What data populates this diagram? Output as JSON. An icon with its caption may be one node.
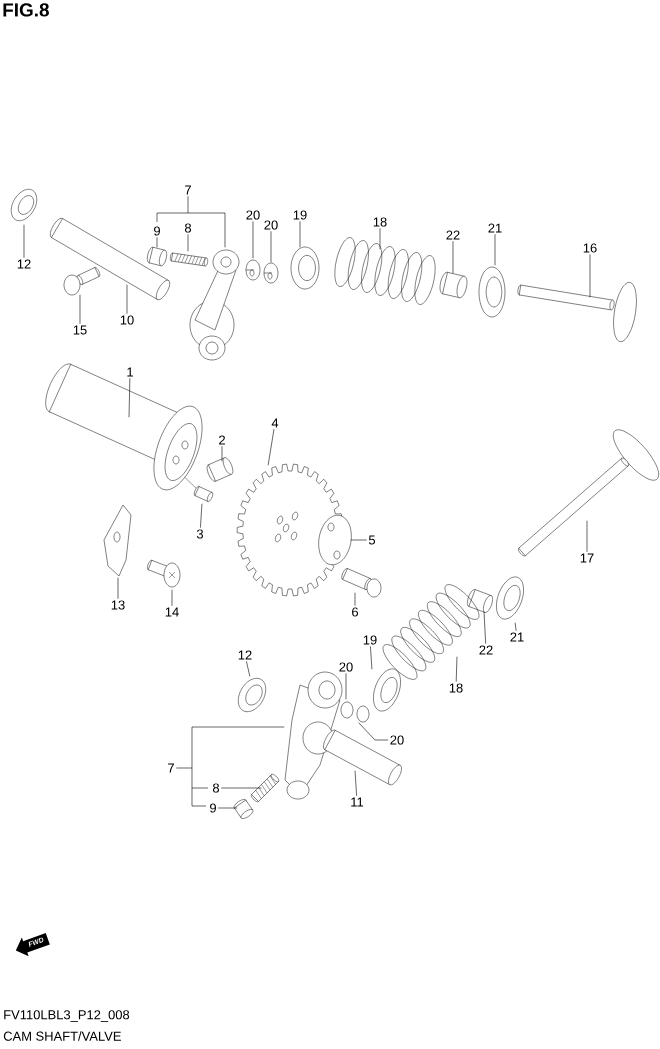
{
  "diagram": {
    "title": "FIG.8",
    "caption": "CAM SHAFT/VALVE",
    "nodes": [
      {
        "text": [
          "12"
        ]
      },
      {
        "text": [],
        "shape": "picture"
      },
      {
        "text": [
          "7"
        ]
      },
      {
        "text": [],
        "shape": "picture"
      },
      {
        "text": [
          "9"
        ]
      },
      {
        "text": [],
        "shape": "picture"
      },
      {
        "text": [
          "8"
        ]
      },
      {
        "text": [],
        "shape": "picture"
      },
      {
        "text": [
          "20"
        ]
      },
      {
        "text": [],
        "shape": "picture"
      },
      {
        "text": [
          "20"
        ]
      },
      {
        "text": [],
        "shape": "picture"
      },
      {
        "text": [
          "19"
        ]
      },
      {
        "text": [],
        "shape": "picture"
      },
      {
        "text": [
          "18"
        ]
      },
      {
        "text": [],
        "shape": "picture"
      },
      {
        "text": [
          "22"
        ]
      },
      {
        "text": [],
        "shape": "picture"
      },
      {
        "text": [
          "21"
        ]
      },
      {
        "text": [],
        "shape": "picture"
      },
      {
        "text": [
          "16"
        ]
      },
      {
        "text": [],
        "shape": "picture"
      },
      {
        "text": [
          "15"
        ]
      },
      {
        "text": [],
        "shape": "picture"
      },
      {
        "text": [
          "10"
        ]
      },
      {
        "text": [],
        "shape": "picture"
      },
      {
        "text": [
          "1"
        ]
      },
      {
        "text": [],
        "shape": "picture"
      },
      {
        "text": [
          "2"
        ]
      },
      {
        "text": [],
        "shape": "picture"
      },
      {
        "text": [
          "4"
        ]
      },
      {
        "text": [],
        "shape": "picture"
      },
      {
        "text": [
          "3"
        ]
      },
      {
        "text": [],
        "shape": "picture"
      },
      {
        "text": [
          "5"
        ]
      },
      {
        "text": [],
        "shape": "picture"
      },
      {
        "text": [
          "13"
        ]
      },
      {
        "text": [],
        "shape": "picture"
      },
      {
        "text": [
          "14"
        ]
      },
      {
        "text": [],
        "shape": "picture"
      },
      {
        "text": [
          "6"
        ]
      },
      {
        "text": [],
        "shape": "picture"
      },
      {
        "text": [
          "17"
        ]
      },
      {
        "text": [],
        "shape": "picture"
      },
      {
        "text": [
          "21"
        ]
      },
      {
        "text": [],
        "shape": "picture"
      },
      {
        "text": [
          "22"
        ]
      },
      {
        "text": [],
        "shape": "picture"
      },
      {
        "text": [
          "18"
        ]
      },
      {
        "text": [],
        "shape": "picture"
      },
      {
        "text": [
          "19"
        ]
      },
      {
        "text": [],
        "shape": "picture"
      },
      {
        "text": [
          "12"
        ]
      },
      {
        "text": [],
        "shape": "picture"
      },
      {
        "text": [
          "20"
        ]
      },
      {
        "text": [],
        "shape": "picture"
      },
      {
        "text": [
          "20"
        ]
      },
      {
        "text": [],
        "shape": "picture"
      },
      {
        "text": [
          "7"
        ]
      },
      {
        "text": [],
        "shape": "picture"
      },
      {
        "text": [
          "8"
        ]
      },
      {
        "text": [],
        "shape": "picture"
      },
      {
        "text": [
          "9"
        ]
      },
      {
        "text": [],
        "shape": "picture"
      },
      {
        "text": [
          "11"
        ]
      },
      {
        "text": [],
        "shape": "picture"
      }
    ],
    "edges": [
      {
        "from": 0,
        "to": 1,
        "arrow": "none"
      },
      {
        "from": 2,
        "to": 3,
        "arrow": "none"
      },
      {
        "from": 4,
        "to": 5,
        "arrow": "none"
      },
      {
        "from": 6,
        "to": 7,
        "arrow": "none"
      },
      {
        "from": 8,
        "to": 9,
        "arrow": "none"
      },
      {
        "from": 10,
        "to": 11,
        "arrow": "none"
      },
      {
        "from": 12,
        "to": 13,
        "arrow": "none"
      },
      {
        "from": 14,
        "to": 15,
        "arrow": "none"
      },
      {
        "from": 16,
        "to": 17,
        "arrow": "none"
      },
      {
        "from": 18,
        "to": 19,
        "arrow": "none"
      },
      {
        "from": 20,
        "to": 21,
        "arrow": "none"
      },
      {
        "from": 22,
        "to": 23,
        "arrow": "none"
      },
      {
        "from": 24,
        "to": 25,
        "arrow": "none"
      },
      {
        "from": 26,
        "to": 27,
        "arrow": "none"
      },
      {
        "from": 28,
        "to": 29,
        "arrow": "none"
      },
      {
        "from": 30,
        "to": 31,
        "arrow": "none"
      },
      {
        "from": 32,
        "to": 33,
        "arrow": "none"
      },
      {
        "from": 34,
        "to": 35,
        "arrow": "none"
      },
      {
        "from": 36,
        "to": 37,
        "arrow": "none"
      },
      {
        "from": 38,
        "to": 39,
        "arrow": "none"
      },
      {
        "from": 40,
        "to": 41,
        "arrow": "none"
      },
      {
        "from": 42,
        "to": 43,
        "arrow": "none"
      },
      {
        "from": 44,
        "to": 45,
        "arrow": "none"
      },
      {
        "from": 46,
        "to": 47,
        "arrow": "none"
      },
      {
        "from": 48,
        "to": 49,
        "arrow": "none"
      },
      {
        "from": 50,
        "to": 51,
        "arrow": "none"
      },
      {
        "from": 52,
        "to": 53,
        "arrow": "none"
      },
      {
        "from": 54,
        "to": 55,
        "arrow": "none"
      },
      {
        "from": 56,
        "to": 57,
        "arrow": "none"
      },
      {
        "from": 58,
        "to": 59,
        "arrow": "none"
      },
      {
        "from": 60,
        "to": 61,
        "arrow": "none"
      },
      {
        "from": 62,
        "to": 63,
        "arrow": "none"
      },
      {
        "from": 64,
        "to": 65,
        "arrow": "none"
      }
    ],
    "labels": [
      "FWD",
      "FV110LBL3_P12_008"
    ]
  }
}
